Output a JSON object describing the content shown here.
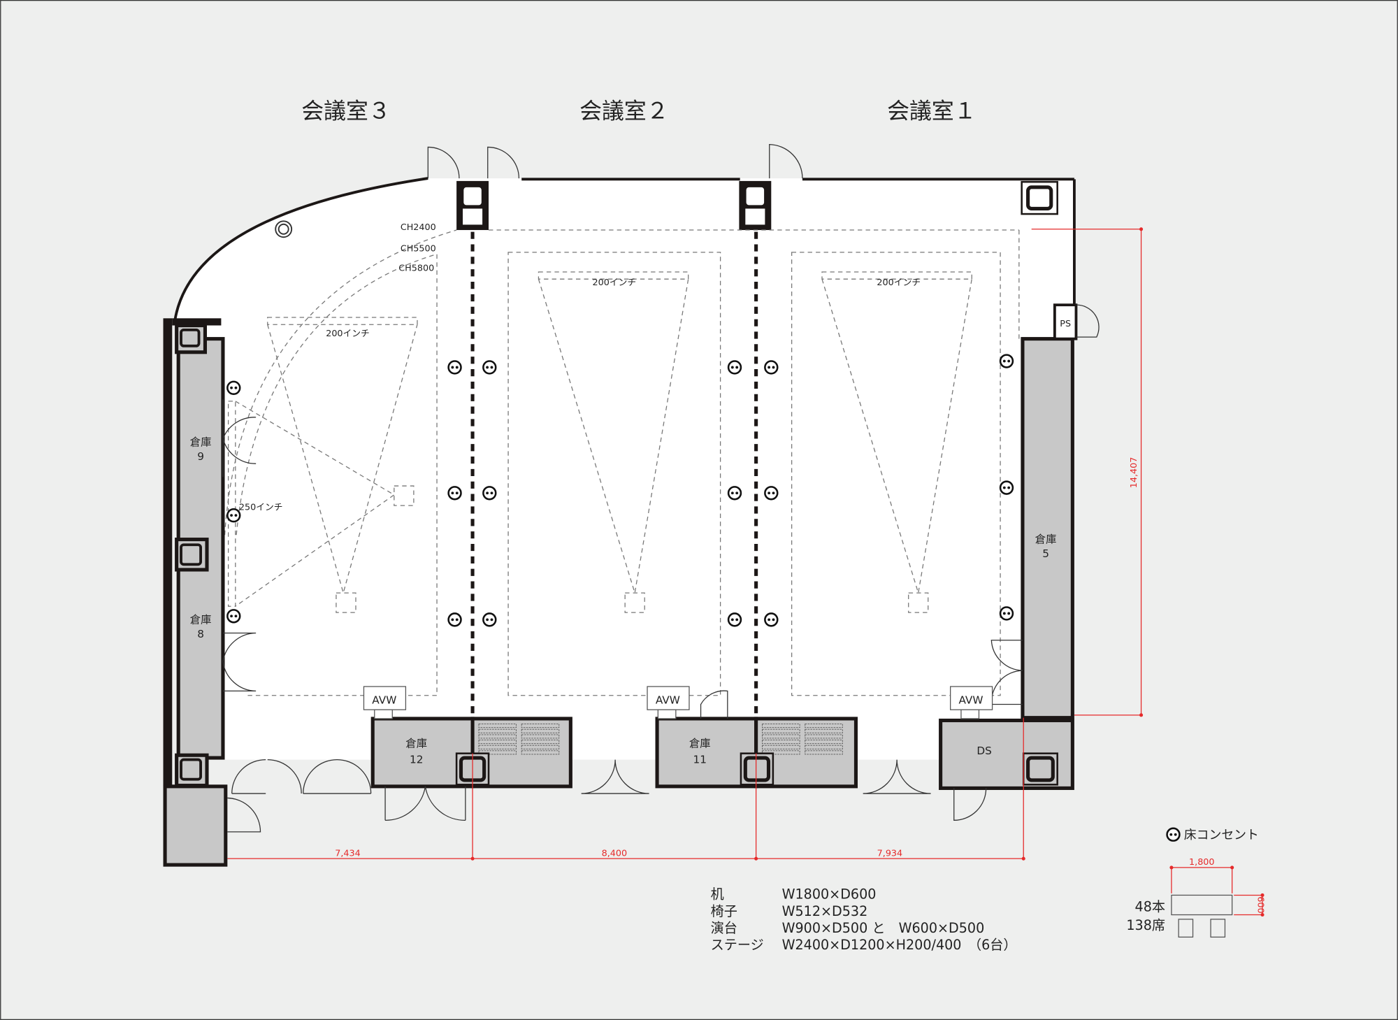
{
  "rooms": {
    "room3": "会議室３",
    "room2": "会議室２",
    "room1": "会議室１"
  },
  "ceiling_labels": [
    "CH2400",
    "CH5500",
    "CH5800"
  ],
  "screens": {
    "room3_main": "200インチ",
    "room3_side": "250インチ",
    "room2": "200インチ",
    "room1": "200インチ"
  },
  "storages": {
    "s9": {
      "name": "倉庫",
      "num": "9"
    },
    "s8": {
      "name": "倉庫",
      "num": "8"
    },
    "s5": {
      "name": "倉庫",
      "num": "5"
    },
    "s12": {
      "name": "倉庫",
      "num": "12"
    },
    "s11": {
      "name": "倉庫",
      "num": "11"
    },
    "ds": "DS",
    "ps": "PS"
  },
  "avw_label": "AVW",
  "dimensions": {
    "height": "14,407",
    "width_room3": "7,434",
    "width_room2": "8,400",
    "width_room1": "7,934"
  },
  "legend": {
    "outlet_label": "床コンセント",
    "table_width": "1,800",
    "table_depth": "600",
    "table_count": "48本",
    "seat_count": "138席"
  },
  "specs": [
    {
      "item": "机",
      "value": "W1800×D600"
    },
    {
      "item": "椅子",
      "value": "W512×D532"
    },
    {
      "item": "演台",
      "value": "W900×D500 と　W600×D500"
    },
    {
      "item": "ステージ",
      "value": "W2400×D1200×H200/400　（6台）"
    }
  ],
  "colors": {
    "background": "#eeefee",
    "wall": "#1c1716",
    "storage": "#c8c8c8",
    "dimension": "#e52a2a"
  }
}
